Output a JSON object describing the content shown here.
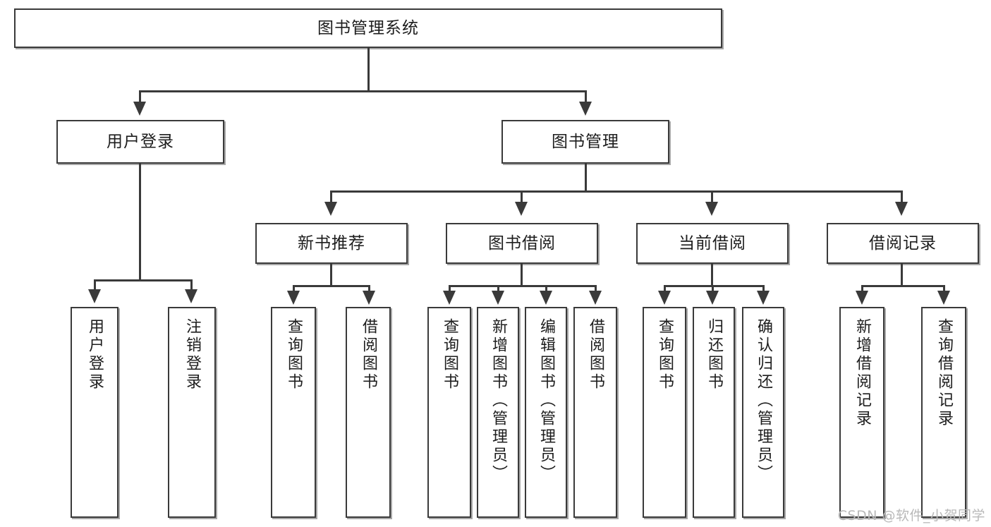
{
  "diagram": {
    "type": "tree-hierarchy",
    "title": "图书管理系统",
    "watermark": "CSDN @软件_小贺同学",
    "colors": {
      "box_border": "#3a3a3a",
      "box_fill": "#ffffff",
      "connector": "#3a3a3a",
      "text": "#1d1d1d",
      "watermark": "#b9b9b9",
      "background": "#ffffff"
    },
    "root": {
      "id": "root",
      "label": "图书管理系统"
    },
    "level2": [
      {
        "id": "user-login",
        "label": "用户登录"
      },
      {
        "id": "book-management",
        "label": "图书管理"
      }
    ],
    "level3": [
      {
        "id": "new-book-recommend",
        "label": "新书推荐",
        "parent": "book-management"
      },
      {
        "id": "book-borrow",
        "label": "图书借阅",
        "parent": "book-management"
      },
      {
        "id": "current-borrow",
        "label": "当前借阅",
        "parent": "book-management"
      },
      {
        "id": "borrow-record",
        "label": "借阅记录",
        "parent": "book-management"
      }
    ],
    "leaves": [
      {
        "id": "leaf-user-login",
        "label": "用户登录",
        "parent": "user-login"
      },
      {
        "id": "leaf-logout-login",
        "label": "注销登录",
        "parent": "user-login"
      },
      {
        "id": "leaf-query-book-1",
        "label": "查询图书",
        "parent": "new-book-recommend"
      },
      {
        "id": "leaf-borrow-book-1",
        "label": "借阅图书",
        "parent": "new-book-recommend"
      },
      {
        "id": "leaf-query-book-2",
        "label": "查询图书",
        "parent": "book-borrow"
      },
      {
        "id": "leaf-add-book",
        "label": "新增图书（管理员）",
        "parent": "book-borrow"
      },
      {
        "id": "leaf-edit-book",
        "label": "编辑图书（管理员）",
        "parent": "book-borrow"
      },
      {
        "id": "leaf-borrow-book-2",
        "label": "借阅图书",
        "parent": "book-borrow"
      },
      {
        "id": "leaf-query-book-3",
        "label": "查询图书",
        "parent": "current-borrow"
      },
      {
        "id": "leaf-return-book",
        "label": "归还图书",
        "parent": "current-borrow"
      },
      {
        "id": "leaf-confirm-return",
        "label": "确认归还（管理员）",
        "parent": "current-borrow"
      },
      {
        "id": "leaf-add-record",
        "label": "新增借阅记录",
        "parent": "borrow-record"
      },
      {
        "id": "leaf-query-record",
        "label": "查询借阅记录",
        "parent": "borrow-record"
      }
    ]
  }
}
